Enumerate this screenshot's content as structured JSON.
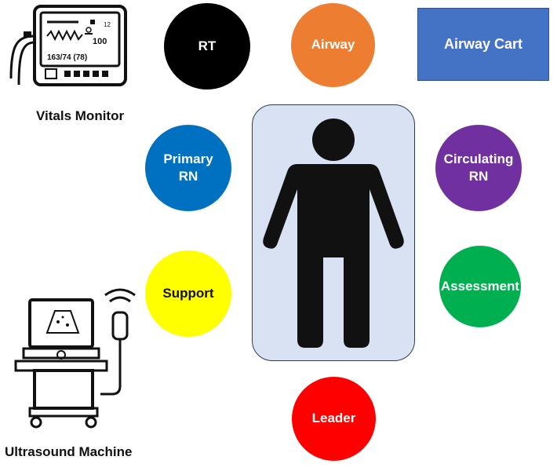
{
  "roles": {
    "rt": {
      "label": "RT",
      "color": "#000000"
    },
    "airway": {
      "label": "Airway",
      "color": "#ed7d31"
    },
    "primary_rn": {
      "label": "Primary\nRN",
      "color": "#0070c0"
    },
    "circulating_rn": {
      "label": "Circulating\nRN",
      "color": "#7030a0"
    },
    "support": {
      "label": "Support",
      "color": "#ffff00"
    },
    "assessment": {
      "label": "Assessment",
      "color": "#00b050"
    },
    "leader": {
      "label": "Leader",
      "color": "#ff0000"
    }
  },
  "airway_cart": {
    "label": "Airway Cart",
    "color": "#4472c4"
  },
  "vitals_monitor": {
    "label": "Vitals Monitor",
    "screen_text": "163/74 (78)",
    "value": "100"
  },
  "ultrasound_machine": {
    "label": "Ultrasound Machine"
  },
  "patient": {
    "icon": "person-icon",
    "bed_color": "#d9e2f3"
  }
}
